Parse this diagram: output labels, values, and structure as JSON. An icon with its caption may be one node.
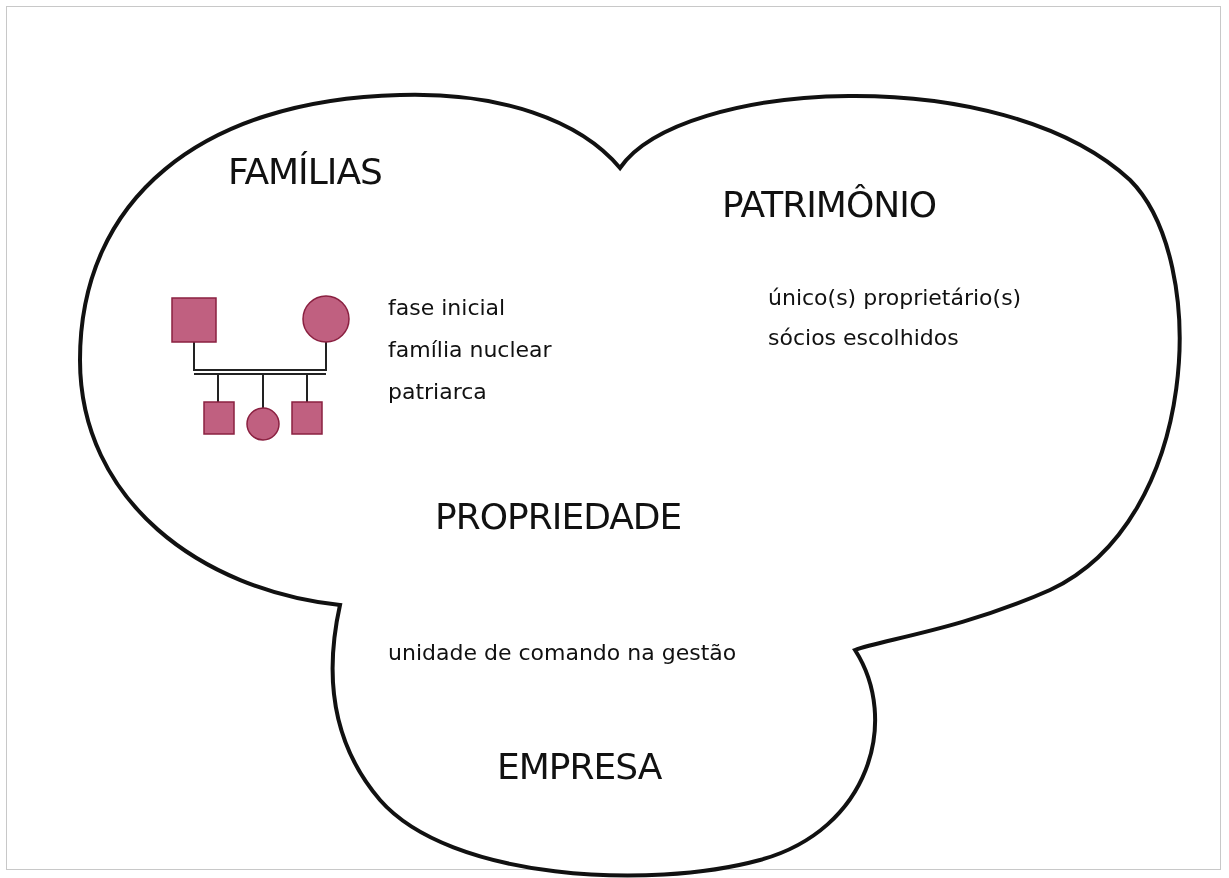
{
  "diagram": {
    "nodes": [
      {
        "text": [
          "FAMÍLIAS",
          "fase inicial",
          "família nuclear",
          "patriarca",
          "PATRIMÔNIO",
          "único(s) proprietário(s)",
          "sócios escolhidos",
          "PROPRIEDADE",
          "unidade de comando na gestão",
          "EMPRESA"
        ]
      }
    ]
  }
}
